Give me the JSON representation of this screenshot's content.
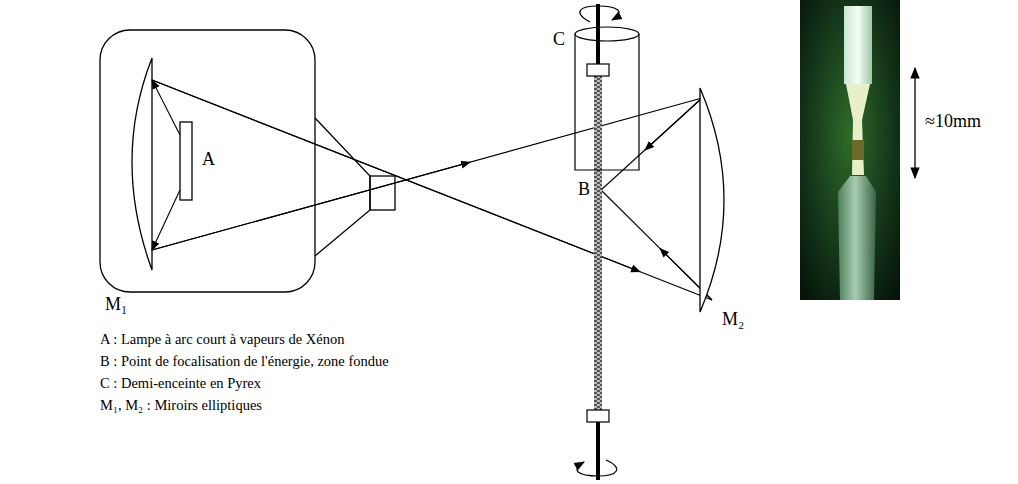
{
  "diagram": {
    "labels": [
      "A",
      "M₁",
      "C",
      "B",
      "M₂",
      "A : Lampe à arc court à vapeurs de Xénon",
      "B : Point de focalisation de l'énergie, zone fondue",
      "C : Demi-enceinte en Pyrex",
      "M₁, M₂ : Miroirs elliptiques",
      "≈10mm"
    ]
  }
}
